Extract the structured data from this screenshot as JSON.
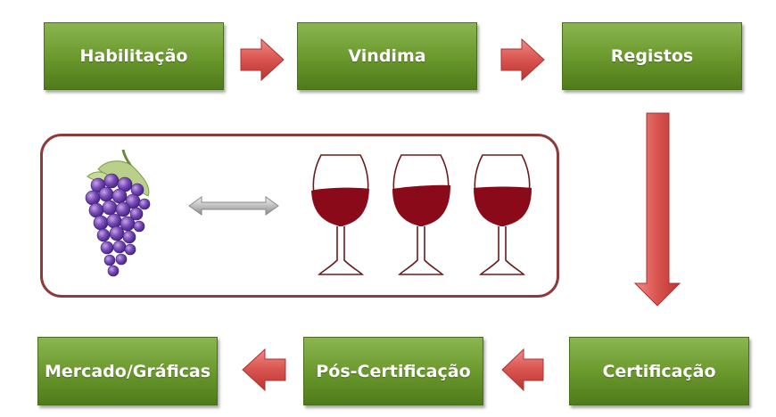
{
  "steps": {
    "habilitacao": "Habilitação",
    "vindima": "Vindima",
    "registos": "Registos",
    "certificacao": "Certificação",
    "pos_certificacao": "Pós-Certificação",
    "mercado": "Mercado/Gráficas"
  },
  "icons": {
    "grapes": "grapes-icon",
    "double_arrow": "double-arrow-icon",
    "wine_glass": "wine-glass-icon"
  },
  "colors": {
    "box_green": "#6b9a2e",
    "arrow_red": "#d9534f",
    "panel_border": "#8e3a3a",
    "wine": "#8b0a1a"
  }
}
